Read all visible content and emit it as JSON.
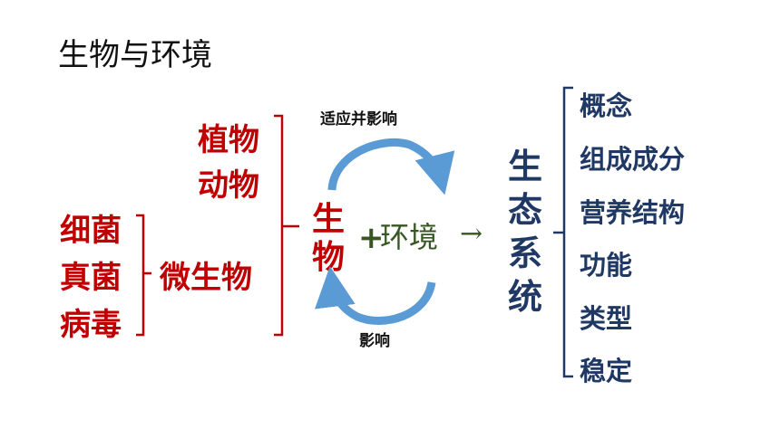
{
  "title": "生物与环境",
  "plants": "植物",
  "animals": "动物",
  "microbes": "微生物",
  "microbe_types": [
    "细菌",
    "真菌",
    "病毒"
  ],
  "organism": "生物",
  "plus": "+",
  "environment": "环境",
  "arrow": "→",
  "top_relation": "适应并影响",
  "bottom_relation": "影响",
  "ecosystem": "生态系统",
  "ecosystem_aspects": [
    "概念",
    "组成成分",
    "营养结构",
    "功能",
    "类型",
    "稳定"
  ],
  "colors": {
    "red": "#c00000",
    "navy": "#1f3864",
    "green": "#375623",
    "arrow_blue": "#5b9bd5"
  }
}
